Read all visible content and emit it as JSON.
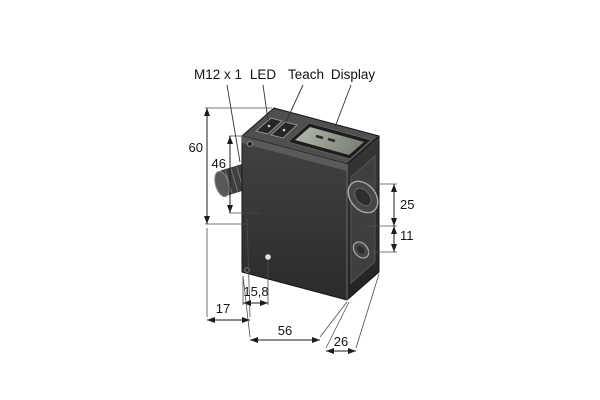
{
  "labels": {
    "connector": "M12 x 1",
    "led": "LED",
    "teach": "Teach",
    "display": "Display"
  },
  "dims": {
    "overall_height": "60",
    "housing_height": "46",
    "lens_center_offset": "25",
    "lens_spacing": "11",
    "front_offset": "15,8",
    "connector_side_offset": "17",
    "width": "56",
    "depth": "26"
  },
  "colors": {
    "body": "#383838",
    "line": "#1c1c1c",
    "background": "#ffffff"
  }
}
